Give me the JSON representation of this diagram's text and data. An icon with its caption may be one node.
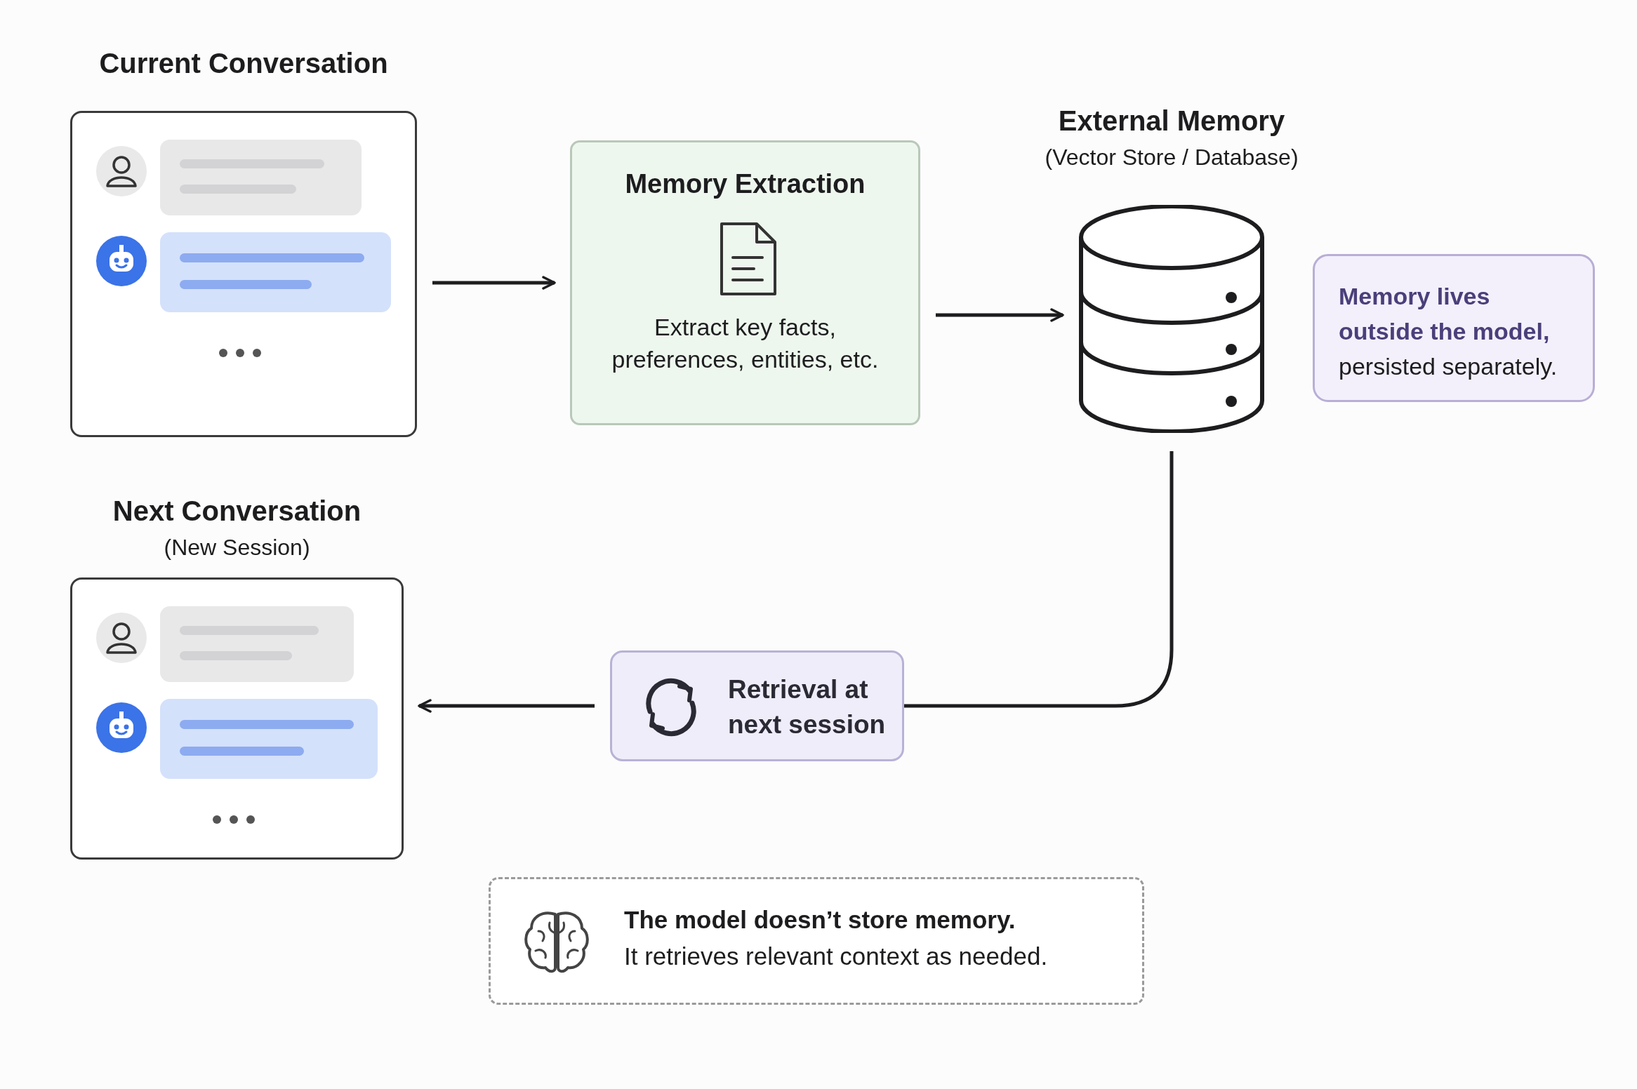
{
  "diagram": {
    "nodes": [
      {
        "text": [
          "Current Conversation"
        ]
      },
      {
        "text": [
          "Memory Extraction",
          "Extract key facts, preferences, entities, etc."
        ]
      },
      {
        "text": [
          "External Memory",
          "(Vector Store / Database)"
        ]
      },
      {
        "text": [
          "**Memory lives outside the model,** persisted separately."
        ]
      },
      {
        "text": [
          "Next Conversation",
          "(New Session)"
        ]
      },
      {
        "text": [
          "Retrieval at next session"
        ]
      },
      {
        "text": [
          "The model doesn’t store memory.",
          "It retrieves relevant context as needed."
        ]
      }
    ],
    "edges": [
      {
        "from": 0,
        "to": 1,
        "arrow": "to"
      },
      {
        "from": 1,
        "to": 2,
        "arrow": "to"
      },
      {
        "from": 2,
        "to": 5,
        "arrow": "none"
      },
      {
        "from": 5,
        "to": 4,
        "arrow": "to"
      }
    ]
  }
}
